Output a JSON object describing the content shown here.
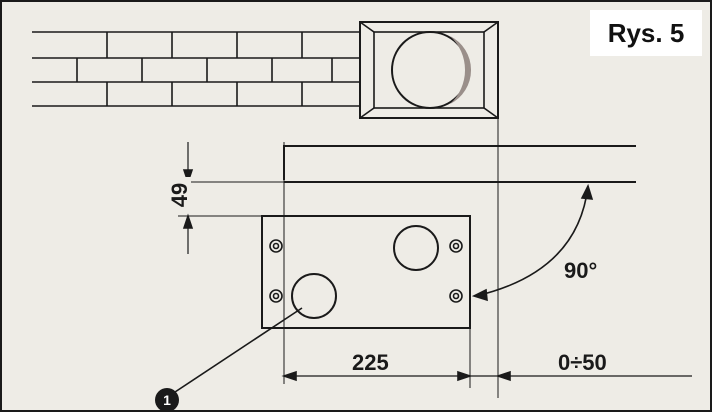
{
  "figure_label": "Rys. 5",
  "dimensions": {
    "spacing": "49",
    "width": "225",
    "offset": "0÷50",
    "angle": "90°"
  },
  "callouts": [
    {
      "number": "1"
    }
  ],
  "colors": {
    "line": "#1a1a1a",
    "paper": "#eeece6",
    "label_bg": "#ffffff"
  }
}
